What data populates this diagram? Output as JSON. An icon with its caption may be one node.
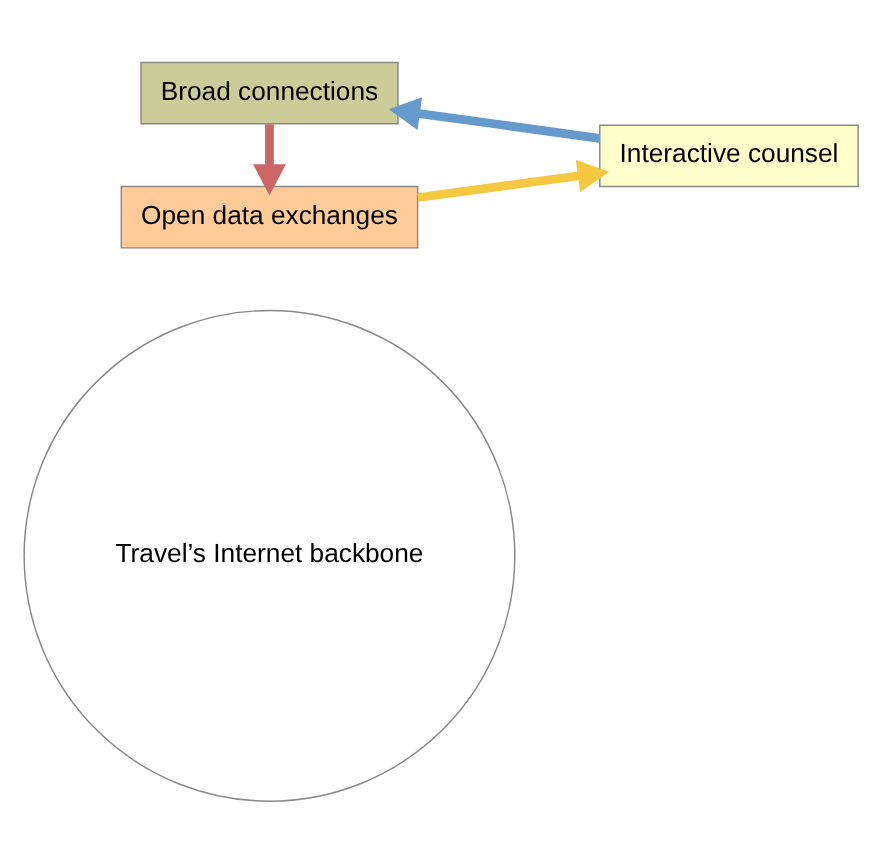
{
  "diagram": {
    "nodes": [
      {
        "text": [
          "Travel’s Internet backbone"
        ]
      },
      {
        "text": [
          "Broad connections"
        ]
      },
      {
        "text": [
          "Open data exchanges"
        ]
      },
      {
        "text": [
          "Interactive counsel"
        ]
      }
    ],
    "edges": [
      {
        "from": 1,
        "to": 2,
        "arrow": "to",
        "color": "#cc6666"
      },
      {
        "from": 2,
        "to": 3,
        "arrow": "to",
        "color": "#f5c842"
      },
      {
        "from": 3,
        "to": 1,
        "arrow": "to",
        "color": "#6699cc"
      }
    ]
  }
}
